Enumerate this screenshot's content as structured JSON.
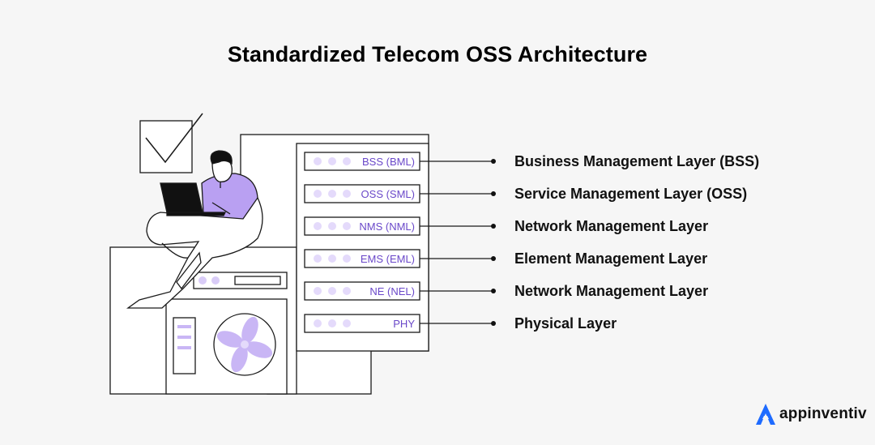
{
  "title": "Standardized Telecom OSS Architecture",
  "colors": {
    "accent": "#b9a0f2",
    "slot_text": "#6a48c9",
    "logo_blue": "#1e6bff",
    "line": "#1a1a1a"
  },
  "rack_slots": [
    {
      "label": "BSS (BML)"
    },
    {
      "label": "OSS (SML)"
    },
    {
      "label": "NMS (NML)"
    },
    {
      "label": "EMS (EML)"
    },
    {
      "label": "NE (NEL)"
    },
    {
      "label": "PHY"
    }
  ],
  "layers": [
    {
      "label": "Business Management Layer (BSS)"
    },
    {
      "label": "Service Management Layer (OSS)"
    },
    {
      "label": "Network Management Layer"
    },
    {
      "label": "Element Management Layer"
    },
    {
      "label": "Network Management Layer"
    },
    {
      "label": "Physical Layer"
    }
  ],
  "logo": {
    "text": "appinventiv",
    "icon": "appinventiv-logo-icon"
  }
}
